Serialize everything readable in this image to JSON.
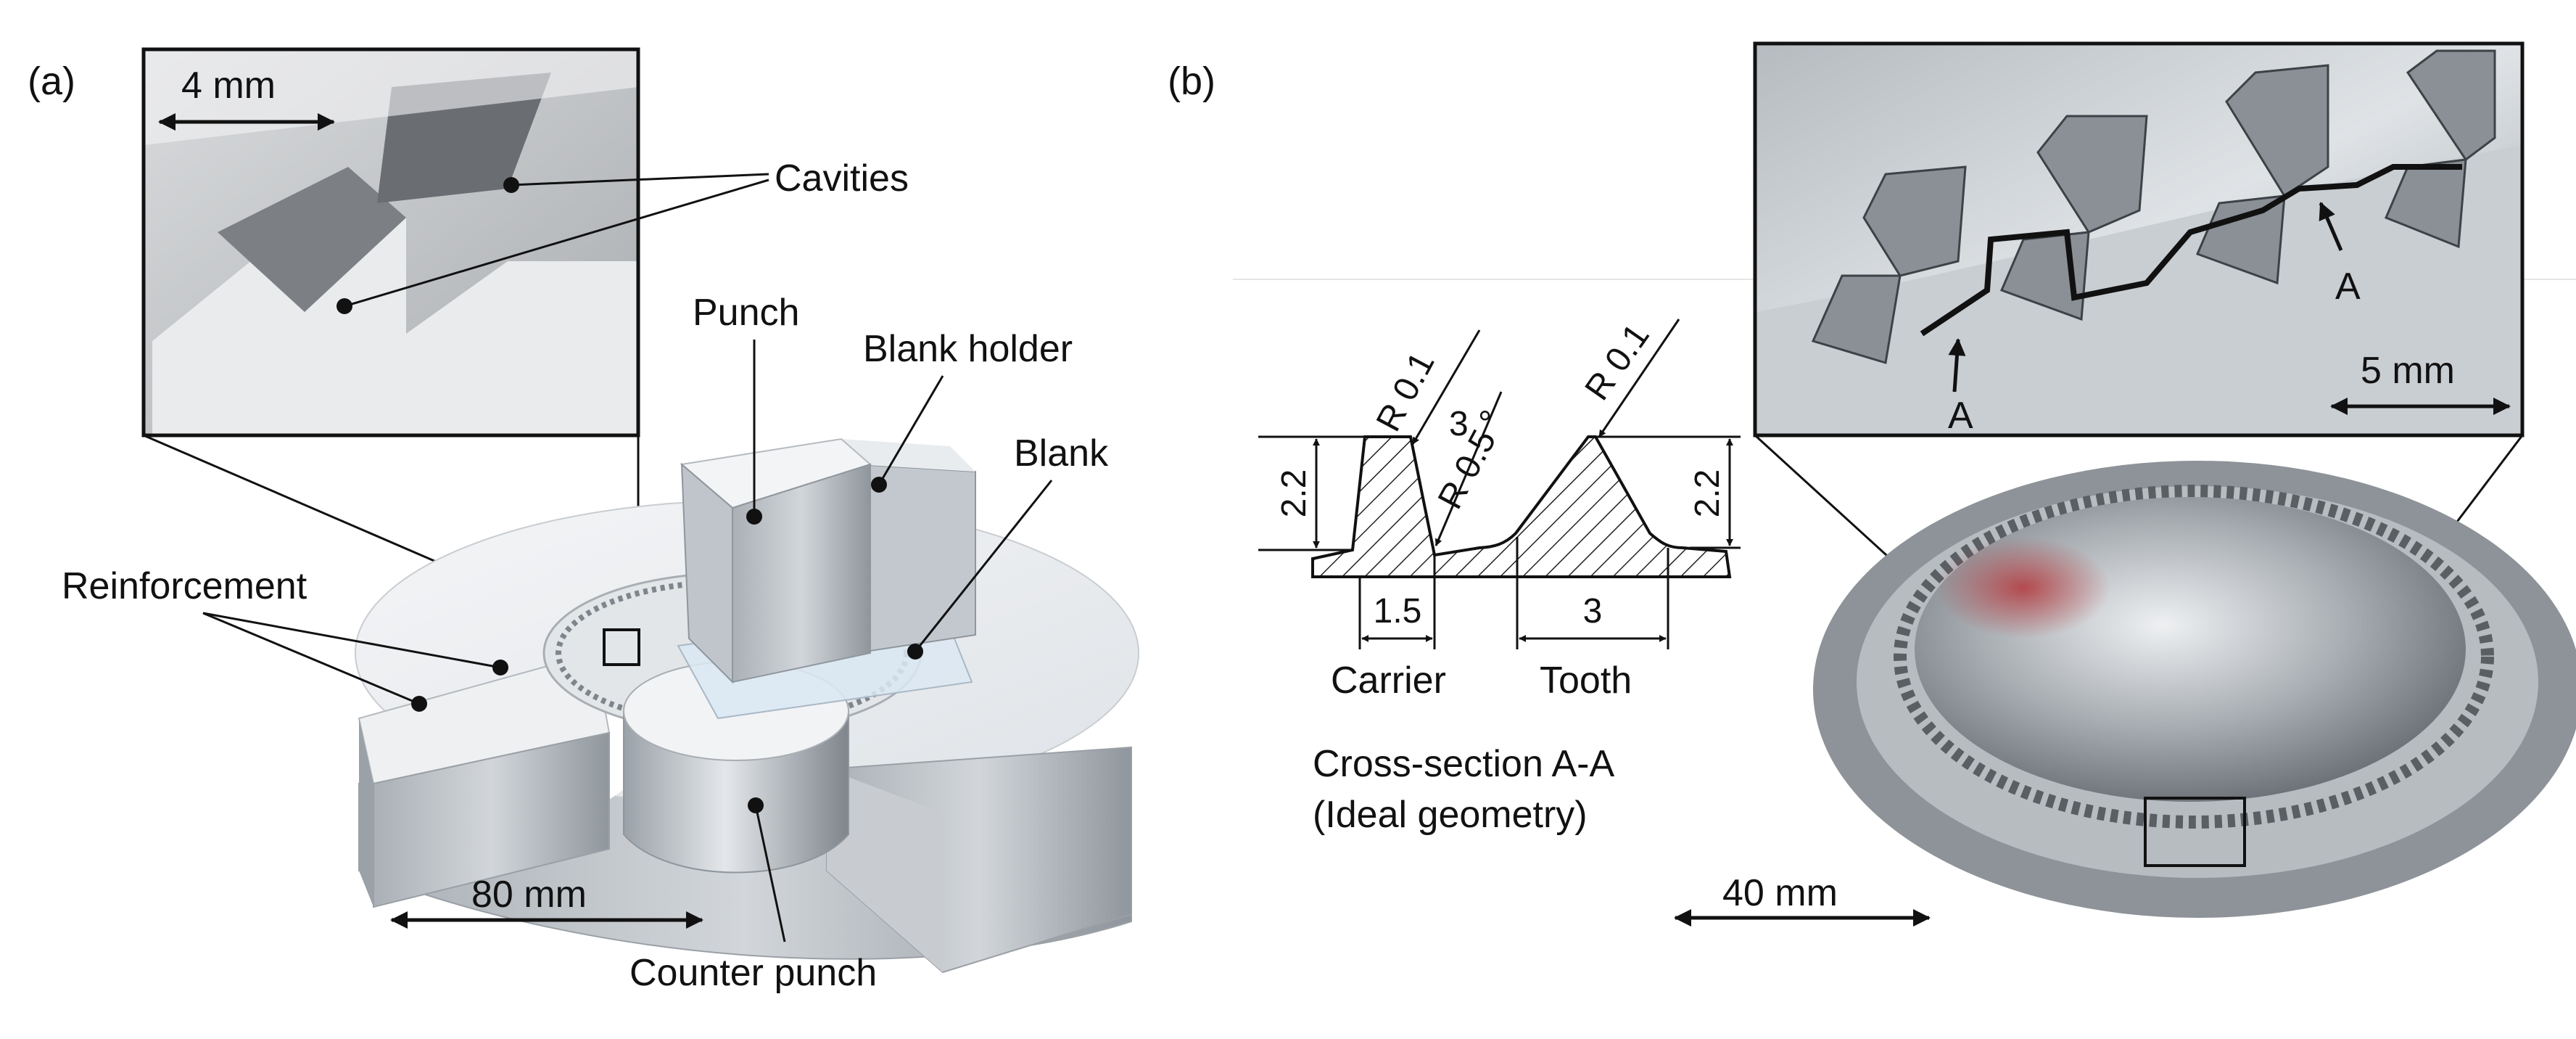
{
  "panels": {
    "a": "(a)",
    "b": "(b)"
  },
  "panel_a": {
    "inset_scale": "4 mm",
    "scale": "80 mm",
    "labels": {
      "cavities": "Cavities",
      "punch": "Punch",
      "blank_holder": "Blank holder",
      "blank": "Blank",
      "reinforcement": "Reinforcement",
      "counter_punch": "Counter punch"
    }
  },
  "panel_b": {
    "cross_section": {
      "title_line1": "Cross-section A-A",
      "title_line2": "(Ideal geometry)",
      "carrier": "Carrier",
      "tooth": "Tooth",
      "dims": {
        "height_left": "2.2",
        "height_right": "2.2",
        "carrier_width": "1.5",
        "tooth_width": "3",
        "radius_top_left": "R 0.1",
        "radius_root": "R 0.5",
        "radius_top_right": "R 0.1",
        "angle": "3 °"
      }
    },
    "photo_scale": "5 mm",
    "section_mark_left": "A",
    "section_mark_right": "A",
    "part_scale": "40 mm"
  },
  "colors": {
    "line": "#111111",
    "tool_light": "#e8eaec",
    "tool_mid": "#c4c9ce",
    "tool_dark": "#8f969d",
    "metal_light": "#eef0f2",
    "metal_mid": "#a9aeb3",
    "metal_dark": "#5a5f64",
    "blank_tint": "#dbe7f2",
    "red_reflection": "#b3262a"
  }
}
